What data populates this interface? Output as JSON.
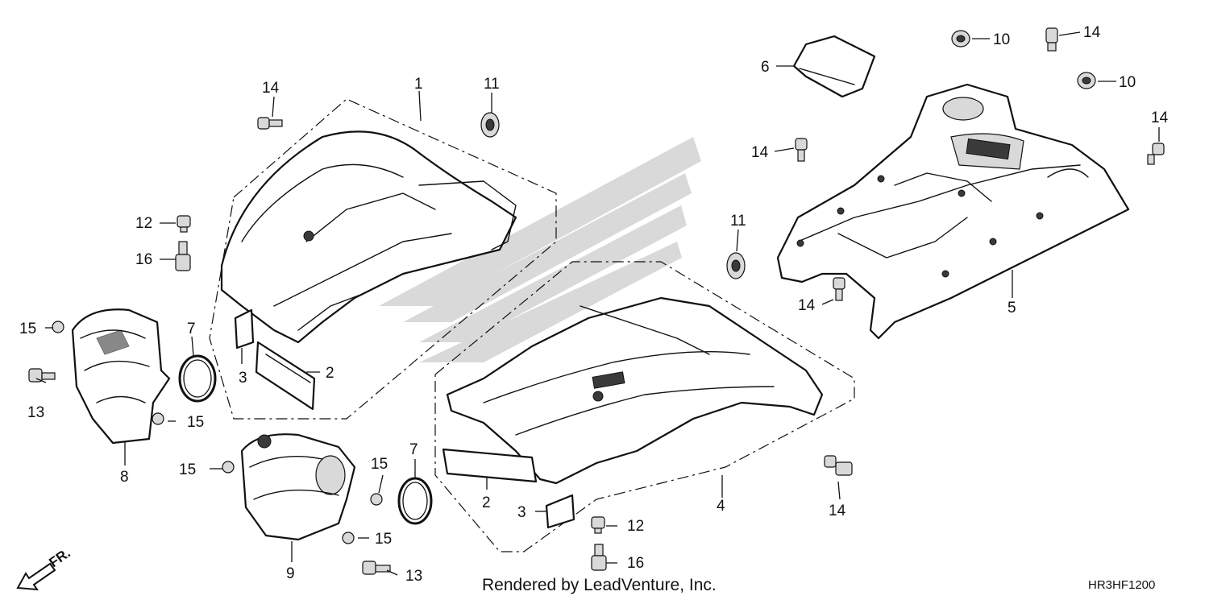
{
  "callouts": {
    "c1": "1",
    "c2a": "2",
    "c2b": "2",
    "c3a": "3",
    "c3b": "3",
    "c4": "4",
    "c5": "5",
    "c6": "6",
    "c7a": "7",
    "c7b": "7",
    "c8": "8",
    "c9": "9",
    "c10a": "10",
    "c10b": "10",
    "c11a": "11",
    "c11b": "11",
    "c12a": "12",
    "c12b": "12",
    "c13a": "13",
    "c13b": "13",
    "c14a": "14",
    "c14b": "14",
    "c14c": "14",
    "c14d": "14",
    "c14e": "14",
    "c14f": "14",
    "c15a": "15",
    "c15b": "15",
    "c15c": "15",
    "c15d": "15",
    "c15e": "15",
    "c16a": "16",
    "c16b": "16"
  },
  "direction_label": "FR.",
  "credit": "Rendered by LeadVenture, Inc.",
  "diagram_code": "HR3HF1200"
}
